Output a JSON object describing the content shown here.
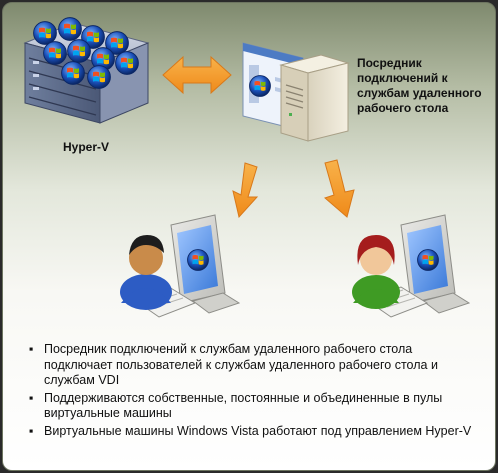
{
  "diagram": {
    "hyperv_label": "Hyper-V",
    "broker_label": "Посредник подключений к службам удаленного рабочего стола",
    "bullets": [
      "Посредник подключений к службам удаленного рабочего стола подключает пользователей к службам удаленного рабочего стола и службам VDI",
      "Поддерживаются собственные, постоянные и объединенные в пулы виртуальные машины",
      "Виртуальные машины Windows Vista работают под управлением Hyper-V"
    ],
    "bullet_marker": "▪"
  },
  "colors": {
    "arrow": "#f39b2b",
    "background_top": "#7f8a6e",
    "background_bottom": "#ffffff",
    "user_left_shirt": "#2d5cc4",
    "user_right_shirt": "#3f9b24"
  },
  "icons": [
    "hyperv-server-icon",
    "connection-broker-icon",
    "user-workstation-icon",
    "windows-logo-icon"
  ]
}
